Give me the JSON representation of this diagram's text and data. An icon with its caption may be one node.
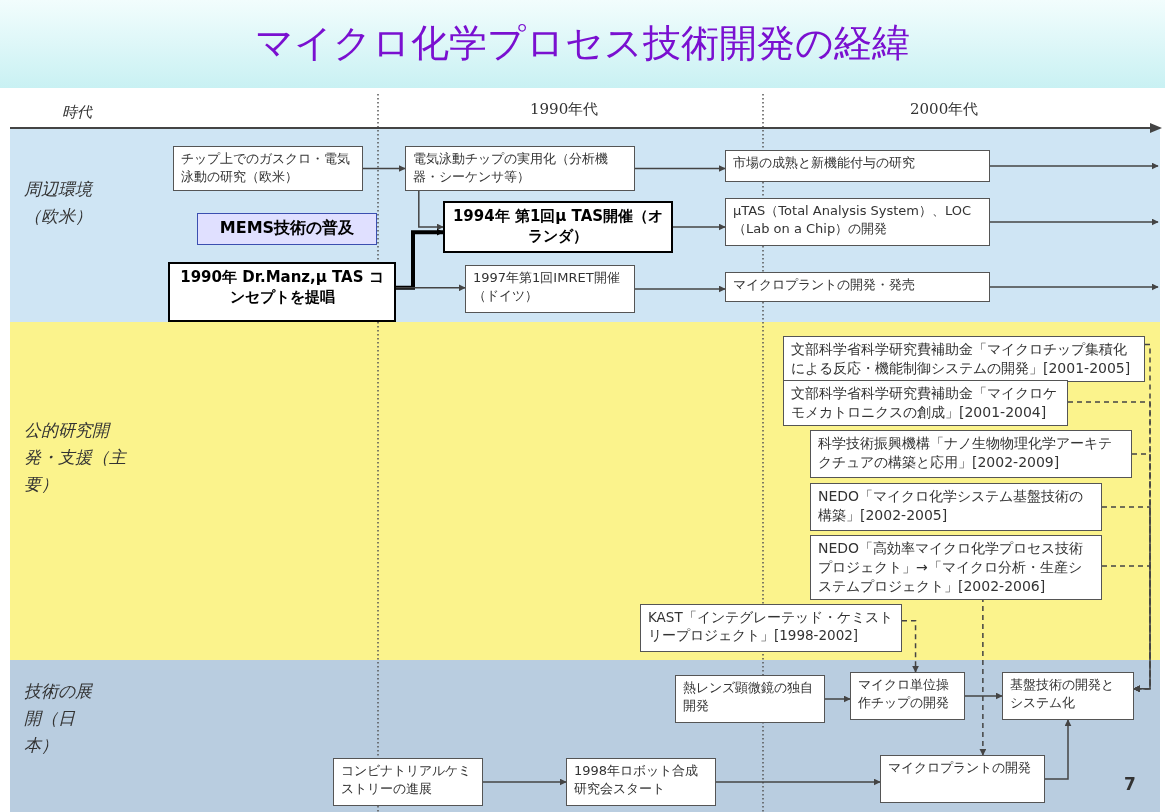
{
  "diagram": {
    "title": "マイクロ化学プロセス技術開発の経緯",
    "nodes": [
      {
        "text": [
          "周辺環境（欧米）"
        ]
      },
      {
        "text": [
          "チップ上でのガスクロ・電気泳動の研究（欧米）"
        ],
        "in": 0
      },
      {
        "text": [
          "電気泳動チップの実用化（分析機器・シーケンサ等）"
        ],
        "in": 0
      },
      {
        "text": [
          "市場の成熟と新機能付与の研究"
        ],
        "in": 0
      },
      {
        "text": [
          "MEMS技術の普及"
        ],
        "in": 0
      },
      {
        "text": [
          "1994年 第1回μ TAS開催（オランダ）"
        ],
        "in": 0
      },
      {
        "text": [
          "μTAS（Total Analysis System）、LOC（Lab on a Chip）の開発"
        ],
        "in": 0
      },
      {
        "text": [
          "1990年 Dr.Manz,μ TAS コンセプトを提唱"
        ],
        "in": 0
      },
      {
        "text": [
          "1997年第1回IMRET開催（ドイツ）"
        ],
        "in": 0
      },
      {
        "text": [
          "マイクロプラントの開発・発売"
        ],
        "in": 0
      },
      {
        "text": [
          "公的研究開発・支援（主要）"
        ]
      },
      {
        "text": [
          "文部科学省科学研究費補助金「マイクロチップ集積化による反応・機能制御システムの開発」[2001-2005]"
        ],
        "in": 10
      },
      {
        "text": [
          "文部科学省科学研究費補助金「マイクロケモメカトロニクスの創成」[2001-2004]"
        ],
        "in": 10
      },
      {
        "text": [
          "科学技術振興機構「ナノ生物物理化学アーキテクチュアの構築と応用」[2002-2009]"
        ],
        "in": 10
      },
      {
        "text": [
          "NEDO「マイクロ化学システム基盤技術の構築」[2002-2005]"
        ],
        "in": 10
      },
      {
        "text": [
          "NEDO「高効率マイクロ化学プロセス技術プロジェクト」→「マイクロ分析・生産システムプロジェクト」[2002-2006]"
        ],
        "in": 10
      },
      {
        "text": [
          "KAST「インテグレーテッド・ケミストリープロジェクト」[1998-2002]"
        ],
        "in": 10
      },
      {
        "text": [
          "技術の展開（日本）"
        ]
      },
      {
        "text": [
          "熱レンズ顕微鏡の独自開発"
        ],
        "in": 17
      },
      {
        "text": [
          "マイクロ単位操作チップの開発"
        ],
        "in": 17
      },
      {
        "text": [
          "基盤技術の開発とシステム化"
        ],
        "in": 17
      },
      {
        "text": [
          "コンビナトリアルケミストリーの進展"
        ],
        "in": 17
      },
      {
        "text": [
          "1998年ロボット合成研究会スタート"
        ],
        "in": 17
      },
      {
        "text": [
          "マイクロプラントの開発"
        ],
        "in": 17
      }
    ],
    "edges": [
      {
        "from": 1,
        "to": 2,
        "arrow": "to"
      },
      {
        "from": 2,
        "to": 5,
        "arrow": "to"
      },
      {
        "from": 2,
        "to": 3,
        "arrow": "to"
      },
      {
        "from": 3,
        "to": null,
        "arrow": "to"
      },
      {
        "from": 7,
        "to": 5,
        "arrow": "to",
        "style": "thick",
        "color": "#000000"
      },
      {
        "from": 7,
        "to": 8,
        "arrow": "to"
      },
      {
        "from": 5,
        "to": 6,
        "arrow": "to"
      },
      {
        "from": 6,
        "to": null,
        "arrow": "to"
      },
      {
        "from": 8,
        "to": 9,
        "arrow": "to"
      },
      {
        "from": 9,
        "to": null,
        "arrow": "to"
      },
      {
        "from": 11,
        "to": 20,
        "arrow": "to",
        "style": "dashed"
      },
      {
        "from": 12,
        "to": 20,
        "arrow": "to",
        "style": "dashed"
      },
      {
        "from": 13,
        "to": 20,
        "arrow": "to",
        "style": "dashed"
      },
      {
        "from": 14,
        "to": 20,
        "arrow": "to",
        "style": "dashed"
      },
      {
        "from": 15,
        "to": 20,
        "arrow": "to",
        "style": "dashed"
      },
      {
        "from": 16,
        "to": 19,
        "arrow": "to",
        "style": "dashed"
      },
      {
        "from": 15,
        "to": 23,
        "arrow": "to",
        "style": "dashed"
      },
      {
        "from": 18,
        "to": 19,
        "arrow": "to"
      },
      {
        "from": 19,
        "to": 20,
        "arrow": "to"
      },
      {
        "from": 21,
        "to": 22,
        "arrow": "to"
      },
      {
        "from": 22,
        "to": 23,
        "arrow": "to"
      },
      {
        "from": 23,
        "to": 20,
        "arrow": "to"
      }
    ],
    "labels": [
      "時代",
      "1990年代",
      "2000年代",
      "7"
    ]
  }
}
